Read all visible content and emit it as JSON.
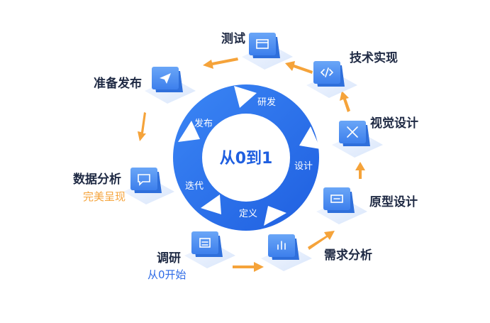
{
  "center": {
    "title": "从0到1",
    "segments": [
      "研发",
      "设计",
      "定义",
      "迭代",
      "发布"
    ]
  },
  "steps": [
    {
      "label": "调研",
      "sub": "从0开始",
      "icon": "document-card-icon"
    },
    {
      "label": "需求分析",
      "sub": "",
      "icon": "bar-chart-icon"
    },
    {
      "label": "原型设计",
      "sub": "",
      "icon": "wireframe-icon"
    },
    {
      "label": "视觉设计",
      "sub": "",
      "icon": "design-tools-icon"
    },
    {
      "label": "技术实现",
      "sub": "",
      "icon": "code-icon"
    },
    {
      "label": "测试",
      "sub": "",
      "icon": "browser-window-icon"
    },
    {
      "label": "准备发布",
      "sub": "",
      "icon": "paper-plane-icon"
    },
    {
      "label": "数据分析",
      "sub": "完美呈现",
      "icon": "chat-chart-icon"
    }
  ],
  "colors": {
    "ring_dark": "#1f5fe0",
    "ring_light": "#3b86f5",
    "arrow": "#f5a33a",
    "label": "#1f2a44",
    "sub_orange": "#f5a33a",
    "sub_blue": "#2e6be6",
    "tile": "#4a8df0"
  }
}
